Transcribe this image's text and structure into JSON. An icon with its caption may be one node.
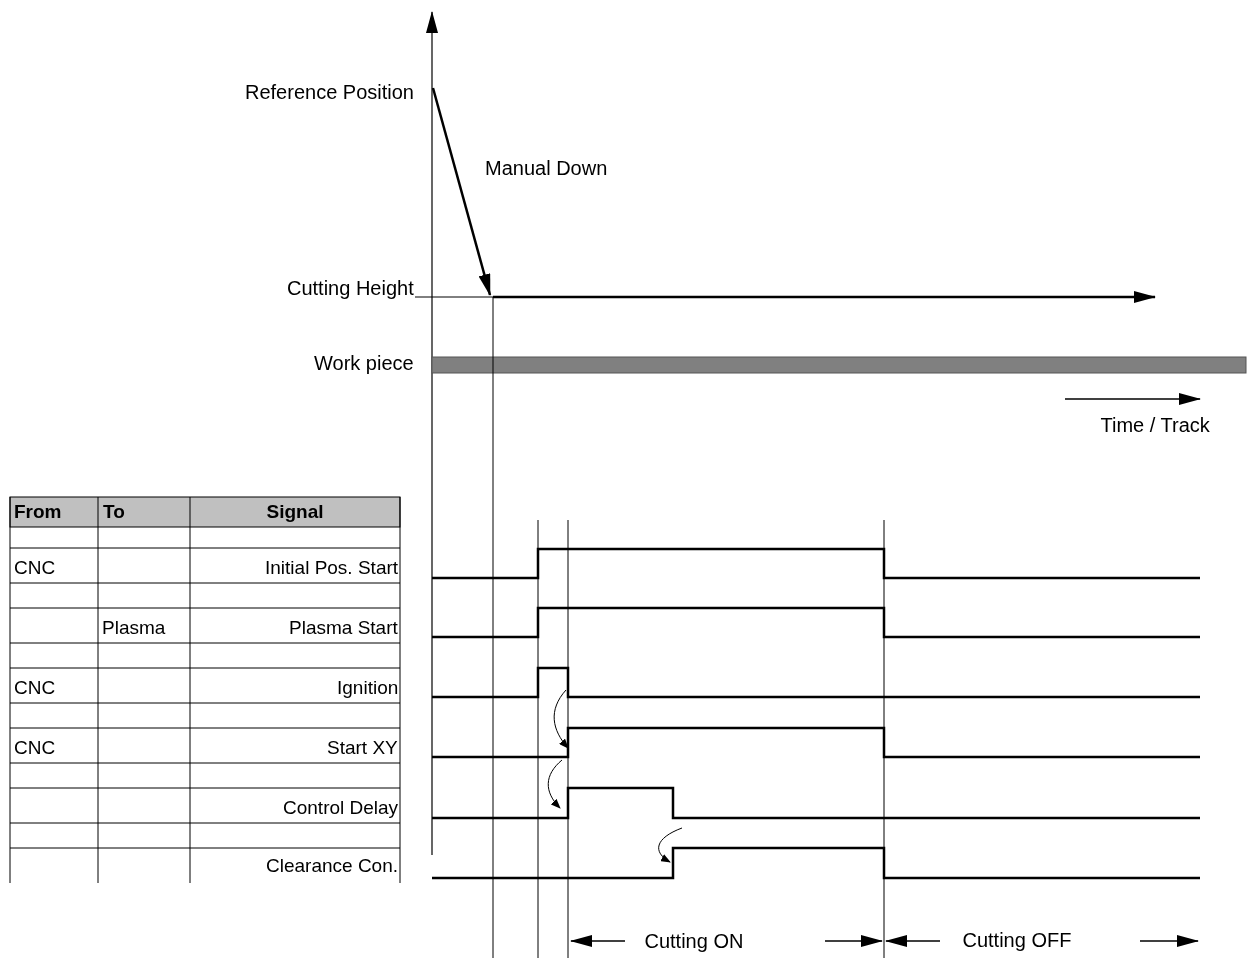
{
  "diagram": {
    "nodes": [
      {
        "text": [],
        "shape": "bar"
      }
    ],
    "labels": [
      "Reference Position",
      "Manual Down",
      "Cutting Height",
      "Work piece",
      "Time / Track",
      "From",
      "To",
      "Signal",
      "CNC",
      "Initial Pos. Start",
      "Plasma",
      "Plasma Start",
      "CNC",
      "Ignition",
      "CNC",
      "Start XY",
      "Control Delay",
      "Clearance Con.",
      "Cutting ON",
      "Cutting OFF"
    ]
  }
}
